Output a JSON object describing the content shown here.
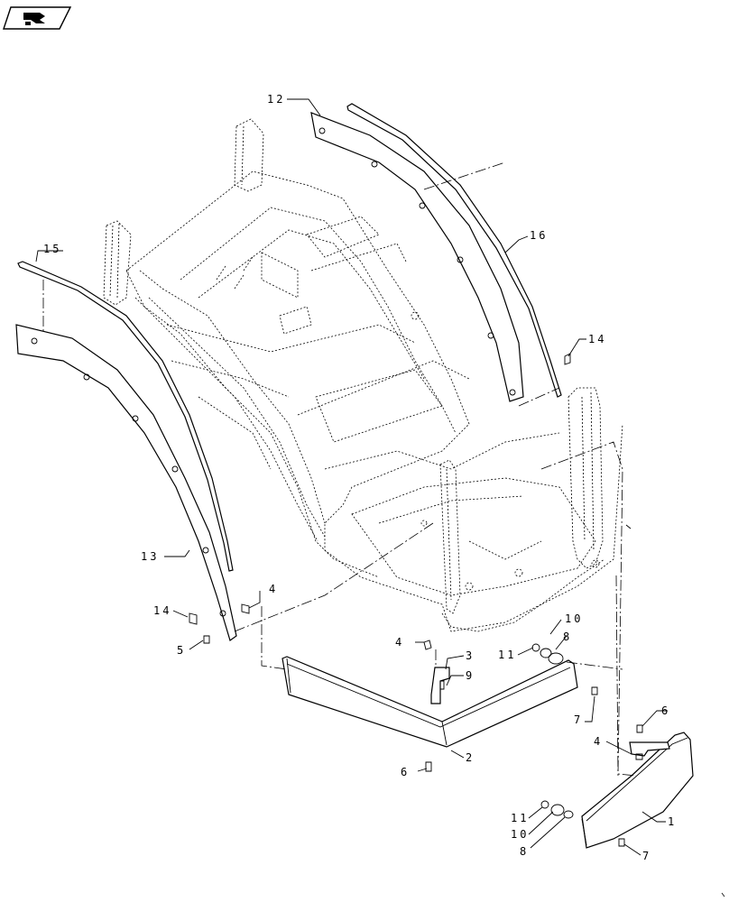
{
  "nav_icon": "book-arrow-icon",
  "callouts": [
    {
      "id": "callout-12",
      "text": "12"
    },
    {
      "id": "callout-16",
      "text": "16"
    },
    {
      "id": "callout-15",
      "text": "15"
    },
    {
      "id": "callout-14-top",
      "text": "14"
    },
    {
      "id": "callout-13",
      "text": "13"
    },
    {
      "id": "callout-14-left",
      "text": "14"
    },
    {
      "id": "callout-4-left",
      "text": "4"
    },
    {
      "id": "callout-5",
      "text": "5"
    },
    {
      "id": "callout-4-mid",
      "text": "4"
    },
    {
      "id": "callout-3",
      "text": "3"
    },
    {
      "id": "callout-9",
      "text": "9"
    },
    {
      "id": "callout-10-top",
      "text": "10"
    },
    {
      "id": "callout-11-top",
      "text": "11"
    },
    {
      "id": "callout-8-top",
      "text": "8"
    },
    {
      "id": "callout-7-mid",
      "text": "7"
    },
    {
      "id": "callout-2",
      "text": "2"
    },
    {
      "id": "callout-6-bottom",
      "text": "6"
    },
    {
      "id": "callout-6-right",
      "text": "6"
    },
    {
      "id": "callout-4-right",
      "text": "4"
    },
    {
      "id": "callout-11-bottom",
      "text": "11"
    },
    {
      "id": "callout-10-bottom",
      "text": "10"
    },
    {
      "id": "callout-8-bottom",
      "text": "8"
    },
    {
      "id": "callout-1",
      "text": "1"
    },
    {
      "id": "callout-7-bottom",
      "text": "7"
    }
  ]
}
